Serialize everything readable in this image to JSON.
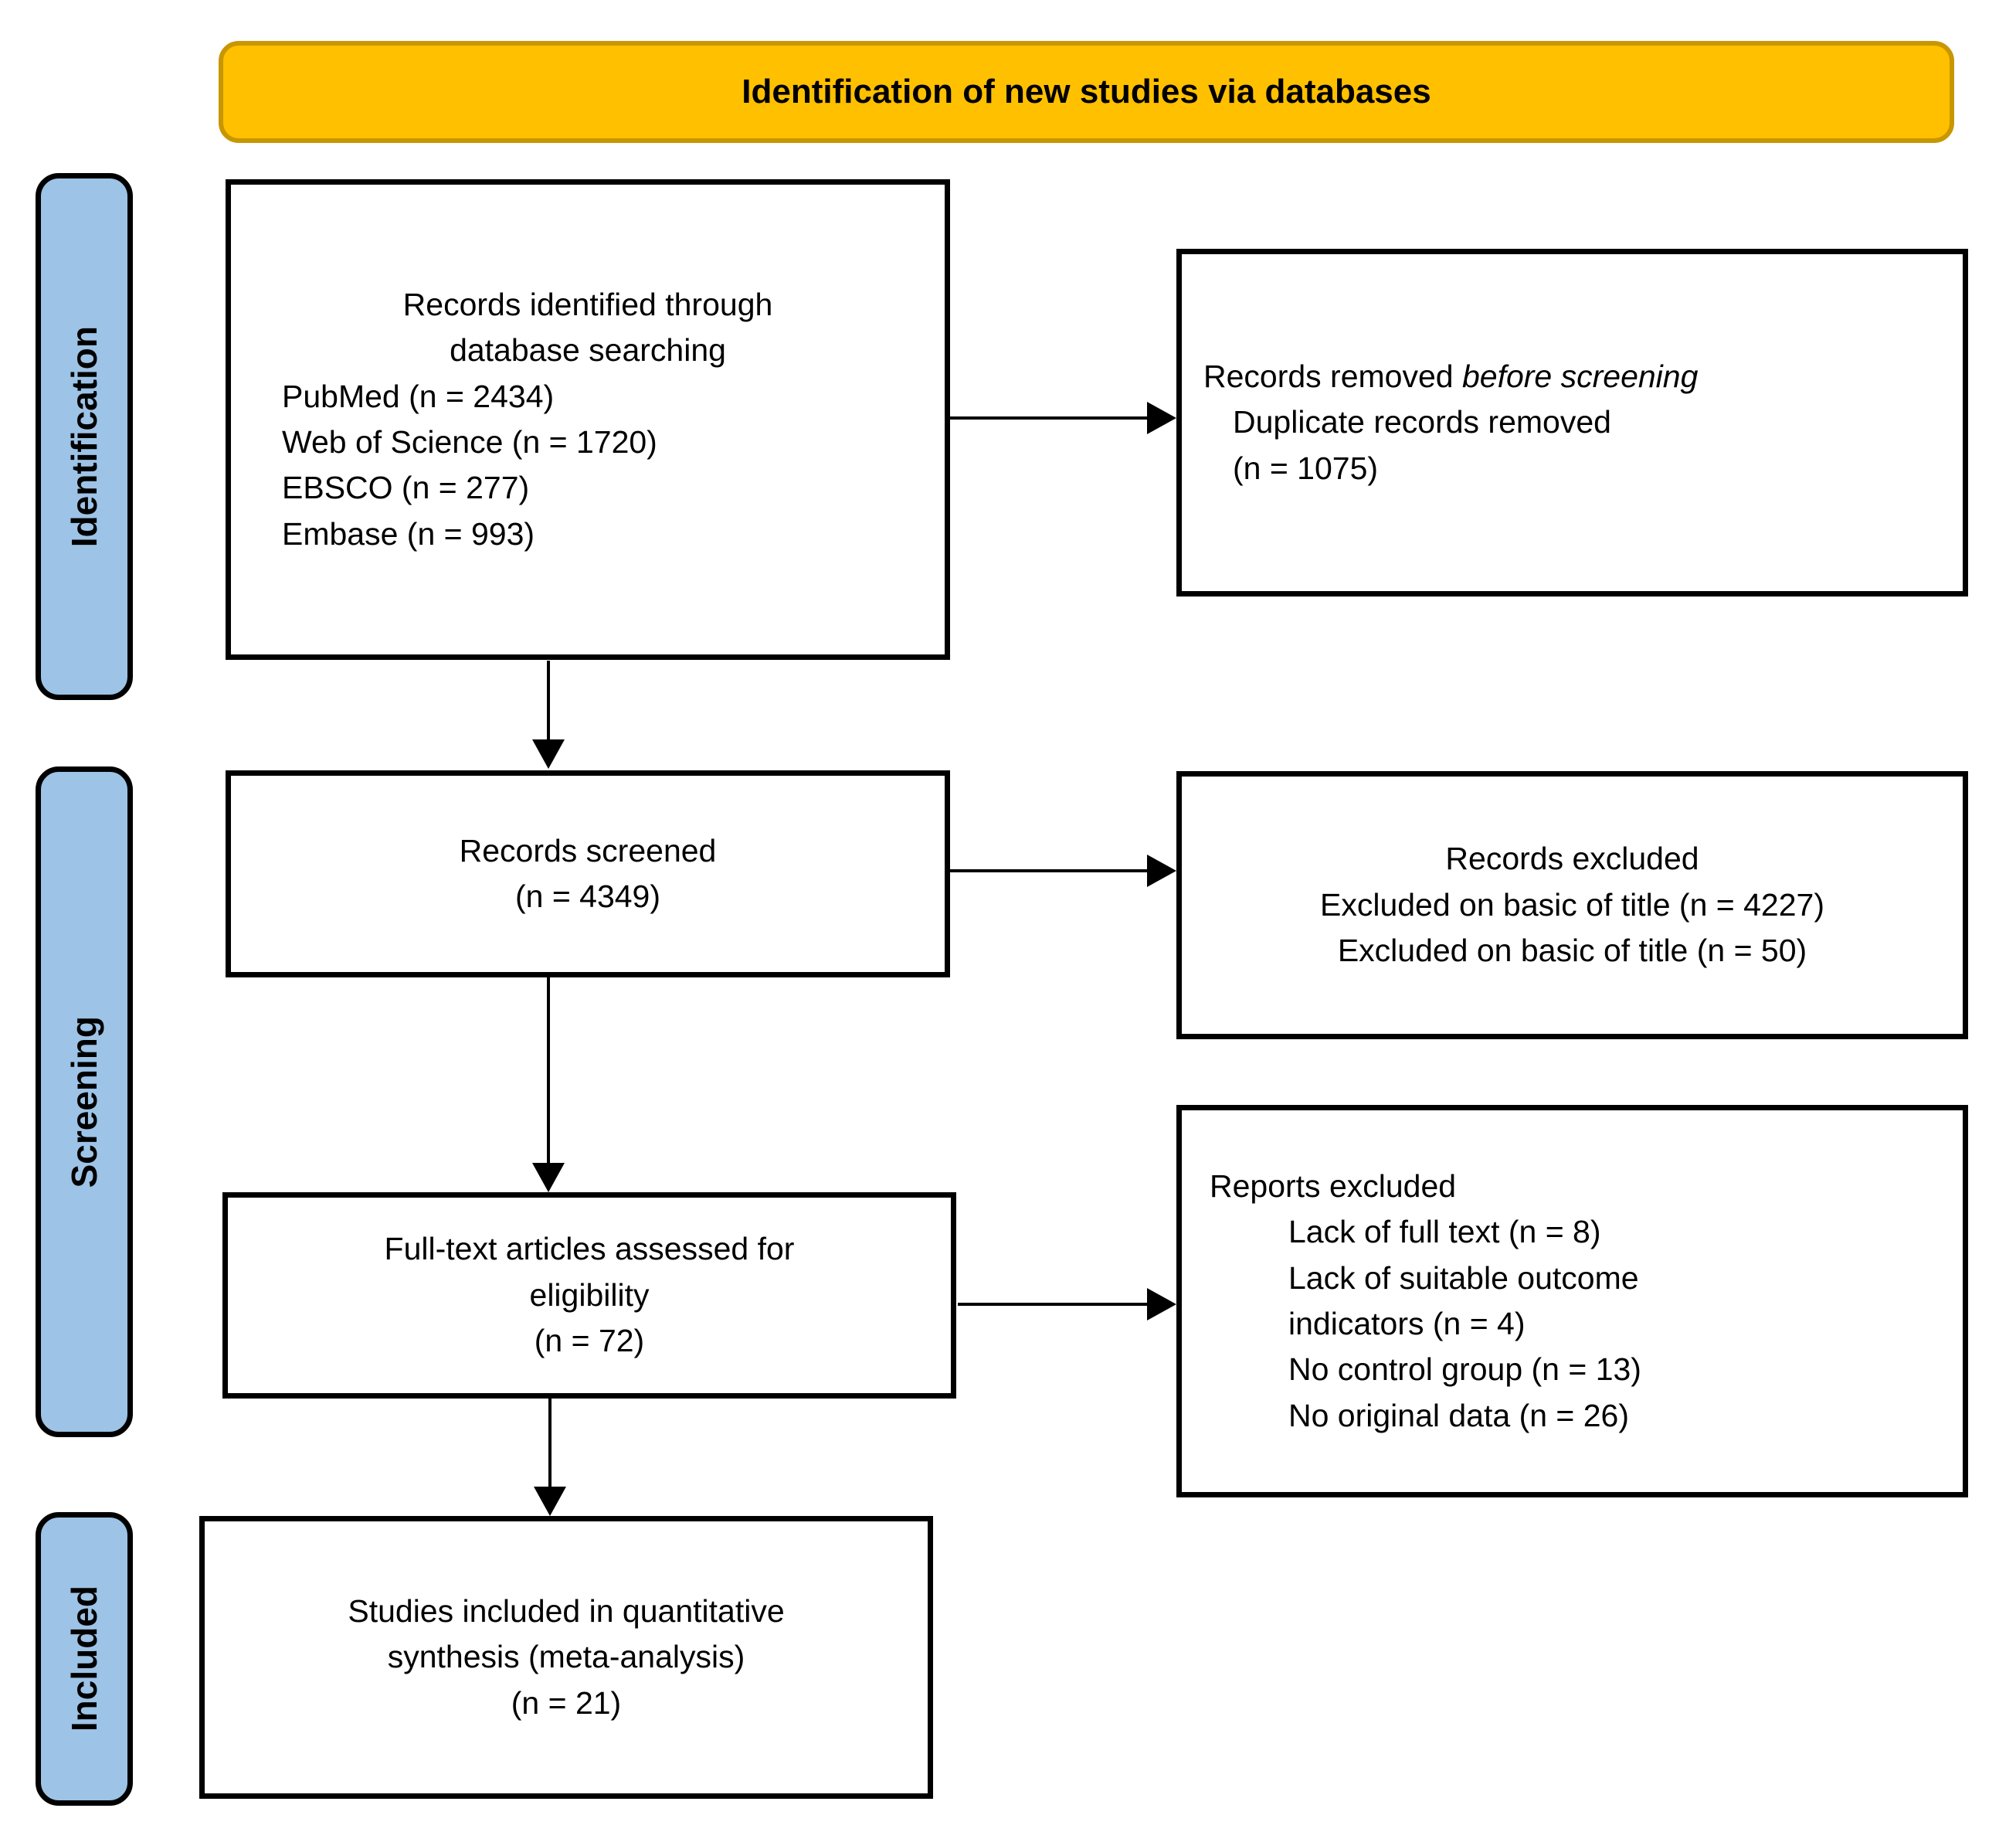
{
  "banner": {
    "title": "Identification of new studies via databases"
  },
  "stages": {
    "identification": "Identification",
    "screening": "Screening",
    "included": "Included"
  },
  "boxes": {
    "identified": {
      "heading_line1": "Records identified through",
      "heading_line2": "database searching",
      "items": [
        "PubMed (n = 2434)",
        "Web of Science (n = 1720)",
        "EBSCO (n = 277)",
        "Embase (n = 993)"
      ]
    },
    "removed_before_screening": {
      "line1_prefix": "Records removed ",
      "line1_italic": "before screening",
      "item": "Duplicate records removed",
      "count": "(n = 1075)"
    },
    "records_screened": {
      "line1": "Records screened",
      "line2": "(n = 4349)"
    },
    "records_excluded": {
      "line1": "Records excluded",
      "line2": "Excluded on basic of title (n = 4227)",
      "line3": "Excluded on basic of title (n = 50)"
    },
    "fulltext_assessed": {
      "line1": "Full-text articles assessed for",
      "line2": "eligibility",
      "line3": "(n = 72)"
    },
    "reports_excluded": {
      "title": "Reports excluded",
      "items": [
        "Lack of full text (n = 8)",
        "Lack of suitable outcome indicators (n = 4)",
        "No control group (n = 13)",
        "No original data (n = 26)"
      ]
    },
    "studies_included": {
      "line1": "Studies included in quantitative",
      "line2": "synthesis (meta-analysis)",
      "line3": "(n = 21)"
    }
  },
  "colors": {
    "banner_bg": "#FFC000",
    "banner_border": "#C89600",
    "stage_bg": "#9DC3E6",
    "box_border": "#000000",
    "arrow": "#000000"
  }
}
